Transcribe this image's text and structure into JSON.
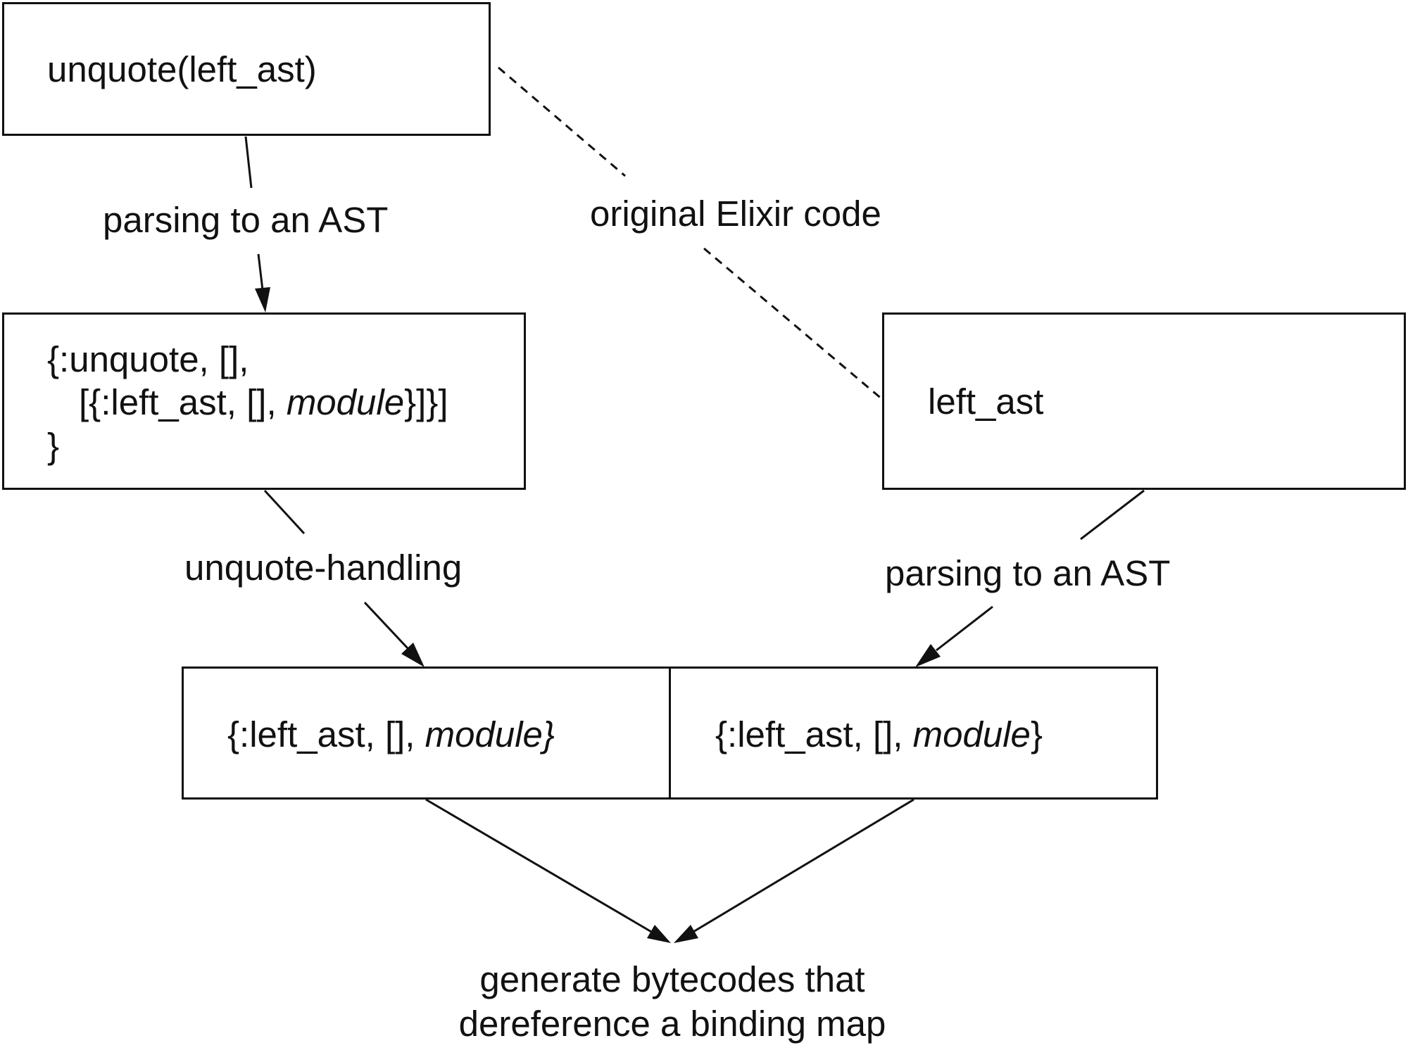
{
  "nodes": {
    "source_box": {
      "label": "unquote(left_ast)"
    },
    "ast_box": {
      "line1": "{:unquote, [],",
      "line2_prefix": "[{:left_ast, [], ",
      "line2_italic": "module",
      "line2_suffix": "}]}]",
      "line3": "}"
    },
    "left_ast_box": {
      "label": "left_ast"
    },
    "result_left": {
      "prefix": "{:left_ast, [], ",
      "italic": "module}"
    },
    "result_right": {
      "prefix": "{:left_ast, [], ",
      "italic": "module",
      "suffix": "}"
    }
  },
  "edges": {
    "parse_left": "parsing to an AST",
    "original_code": "original Elixir code",
    "unquote_handling": "unquote-handling",
    "parse_right": "parsing to an AST"
  },
  "output": {
    "line1": "generate bytecodes that",
    "line2": "dereference a binding map"
  }
}
